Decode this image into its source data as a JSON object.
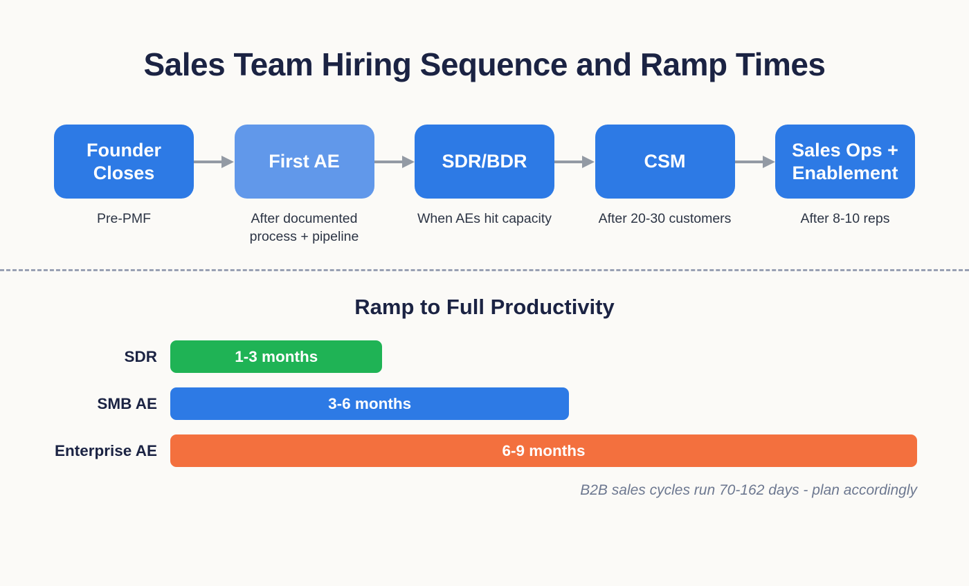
{
  "header": {
    "title": "Sales Team Hiring Sequence and Ramp Times"
  },
  "flow": {
    "arrow_color": "#939aa4",
    "stages": [
      {
        "label": "Founder Closes",
        "caption": "Pre-PMF",
        "color": "#2d7ae5"
      },
      {
        "label": "First AE",
        "caption": "After documented process + pipeline",
        "color": "#6198ea"
      },
      {
        "label": "SDR/BDR",
        "caption": "When AEs hit capacity",
        "color": "#2d7ae5"
      },
      {
        "label": "CSM",
        "caption": "After 20-30 customers",
        "color": "#2d7ae5"
      },
      {
        "label": "Sales Ops + Enablement",
        "caption": "After 8-10 reps",
        "color": "#2d7ae5"
      }
    ]
  },
  "chart_data": {
    "type": "bar",
    "orientation": "horizontal",
    "title": "Ramp to Full Productivity",
    "categories": [
      "SDR",
      "SMB AE",
      "Enterprise AE"
    ],
    "grid": false,
    "legend": "none",
    "rows": [
      {
        "category": "SDR",
        "value_label": "1-3 months",
        "months_min": 1,
        "months_max": 3,
        "color": "#1fb355",
        "width_pct": 28.4
      },
      {
        "category": "SMB AE",
        "value_label": "3-6 months",
        "months_min": 3,
        "months_max": 6,
        "color": "#2d7ae5",
        "width_pct": 53.4
      },
      {
        "category": "Enterprise AE",
        "value_label": "6-9 months",
        "months_min": 6,
        "months_max": 9,
        "color": "#f3703e",
        "width_pct": 100
      }
    ]
  },
  "divider": {
    "style": "dashed",
    "color": "#99a1b4"
  },
  "footnote": "B2B sales cycles run 70-162 days - plan accordingly"
}
